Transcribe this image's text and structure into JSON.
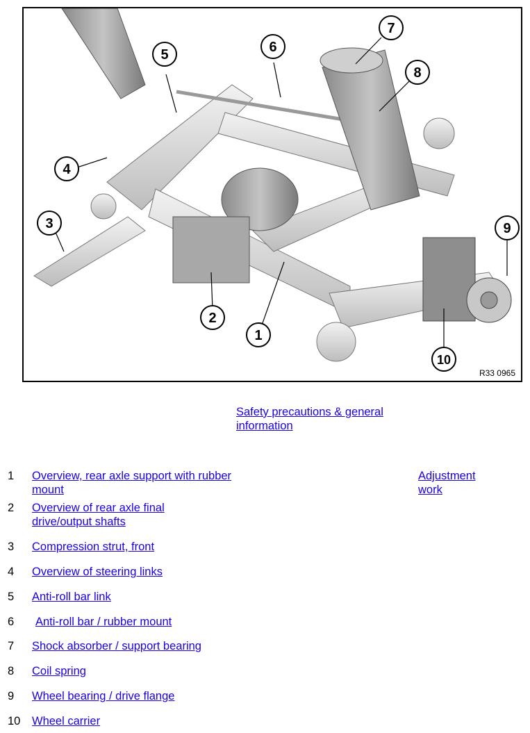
{
  "figure": {
    "code": "R33 0965",
    "callouts": [
      "1",
      "2",
      "3",
      "4",
      "5",
      "6",
      "7",
      "8",
      "9",
      "10"
    ]
  },
  "links": {
    "safety": "Safety precautions & general information",
    "adjustment": "Adjustment work"
  },
  "items": [
    {
      "num": "1",
      "label": "Overview, rear axle support with rubber mount"
    },
    {
      "num": "2",
      "label": "Overview of rear axle final drive/output shafts"
    },
    {
      "num": "3",
      "label": "Compression strut, front"
    },
    {
      "num": "4",
      "label": "Overview of steering links"
    },
    {
      "num": "5",
      "label": "Anti-roll bar link"
    },
    {
      "num": "6",
      "label": "Anti-roll bar / rubber mount"
    },
    {
      "num": "7",
      "label": "Shock absorber / support bearing"
    },
    {
      "num": "8",
      "label": "Coil spring"
    },
    {
      "num": "9",
      "label": "Wheel bearing / drive flange"
    },
    {
      "num": "10",
      "label": "Wheel carrier"
    }
  ]
}
